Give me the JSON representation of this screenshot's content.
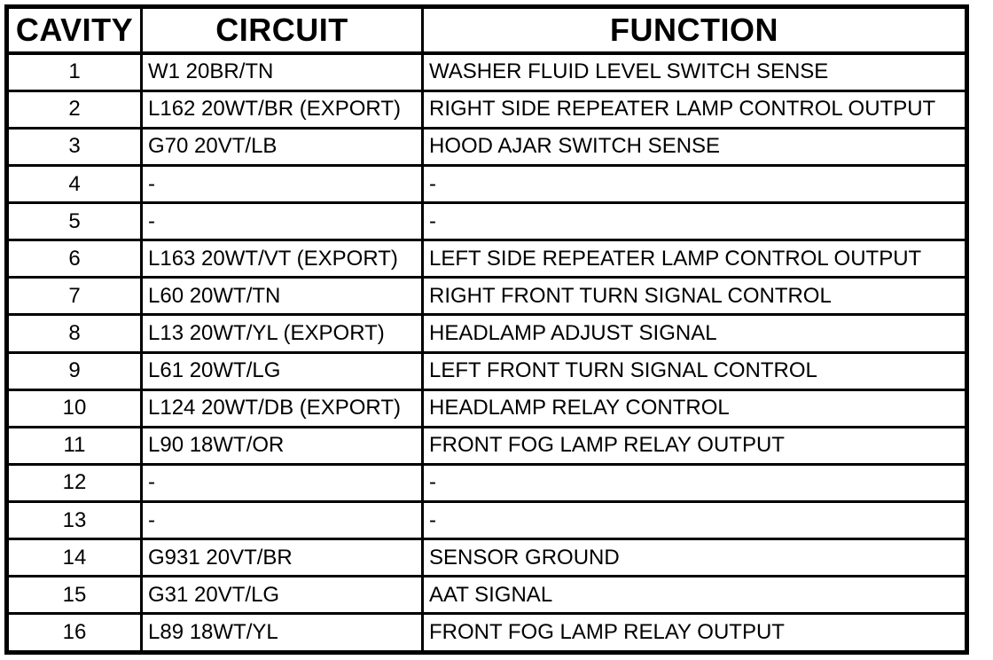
{
  "colors": {
    "background": "#ffffff",
    "border": "#000000",
    "text": "#000000"
  },
  "table": {
    "columns": [
      {
        "key": "cavity",
        "label": "CAVITY"
      },
      {
        "key": "circuit",
        "label": "CIRCUIT"
      },
      {
        "key": "function",
        "label": "FUNCTION"
      }
    ],
    "rows": [
      {
        "cavity": "1",
        "circuit": "W1 20BR/TN",
        "function": "WASHER FLUID LEVEL SWITCH SENSE"
      },
      {
        "cavity": "2",
        "circuit": "L162 20WT/BR (EXPORT)",
        "function": "RIGHT SIDE REPEATER LAMP CONTROL OUTPUT"
      },
      {
        "cavity": "3",
        "circuit": "G70 20VT/LB",
        "function": "HOOD AJAR SWITCH SENSE"
      },
      {
        "cavity": "4",
        "circuit": "-",
        "function": "-"
      },
      {
        "cavity": "5",
        "circuit": "-",
        "function": "-"
      },
      {
        "cavity": "6",
        "circuit": "L163 20WT/VT (EXPORT)",
        "function": "LEFT SIDE REPEATER LAMP CONTROL OUTPUT"
      },
      {
        "cavity": "7",
        "circuit": "L60 20WT/TN",
        "function": "RIGHT FRONT TURN SIGNAL CONTROL"
      },
      {
        "cavity": "8",
        "circuit": "L13 20WT/YL (EXPORT)",
        "function": "HEADLAMP ADJUST SIGNAL"
      },
      {
        "cavity": "9",
        "circuit": "L61 20WT/LG",
        "function": "LEFT FRONT TURN SIGNAL CONTROL"
      },
      {
        "cavity": "10",
        "circuit": "L124 20WT/DB (EXPORT)",
        "function": "HEADLAMP RELAY CONTROL"
      },
      {
        "cavity": "11",
        "circuit": "L90 18WT/OR",
        "function": "FRONT FOG LAMP RELAY OUTPUT"
      },
      {
        "cavity": "12",
        "circuit": "-",
        "function": "-"
      },
      {
        "cavity": "13",
        "circuit": "-",
        "function": "-"
      },
      {
        "cavity": "14",
        "circuit": "G931 20VT/BR",
        "function": "SENSOR GROUND"
      },
      {
        "cavity": "15",
        "circuit": "G31 20VT/LG",
        "function": "AAT SIGNAL"
      },
      {
        "cavity": "16",
        "circuit": "L89 18WT/YL",
        "function": "FRONT FOG LAMP RELAY OUTPUT"
      }
    ]
  }
}
